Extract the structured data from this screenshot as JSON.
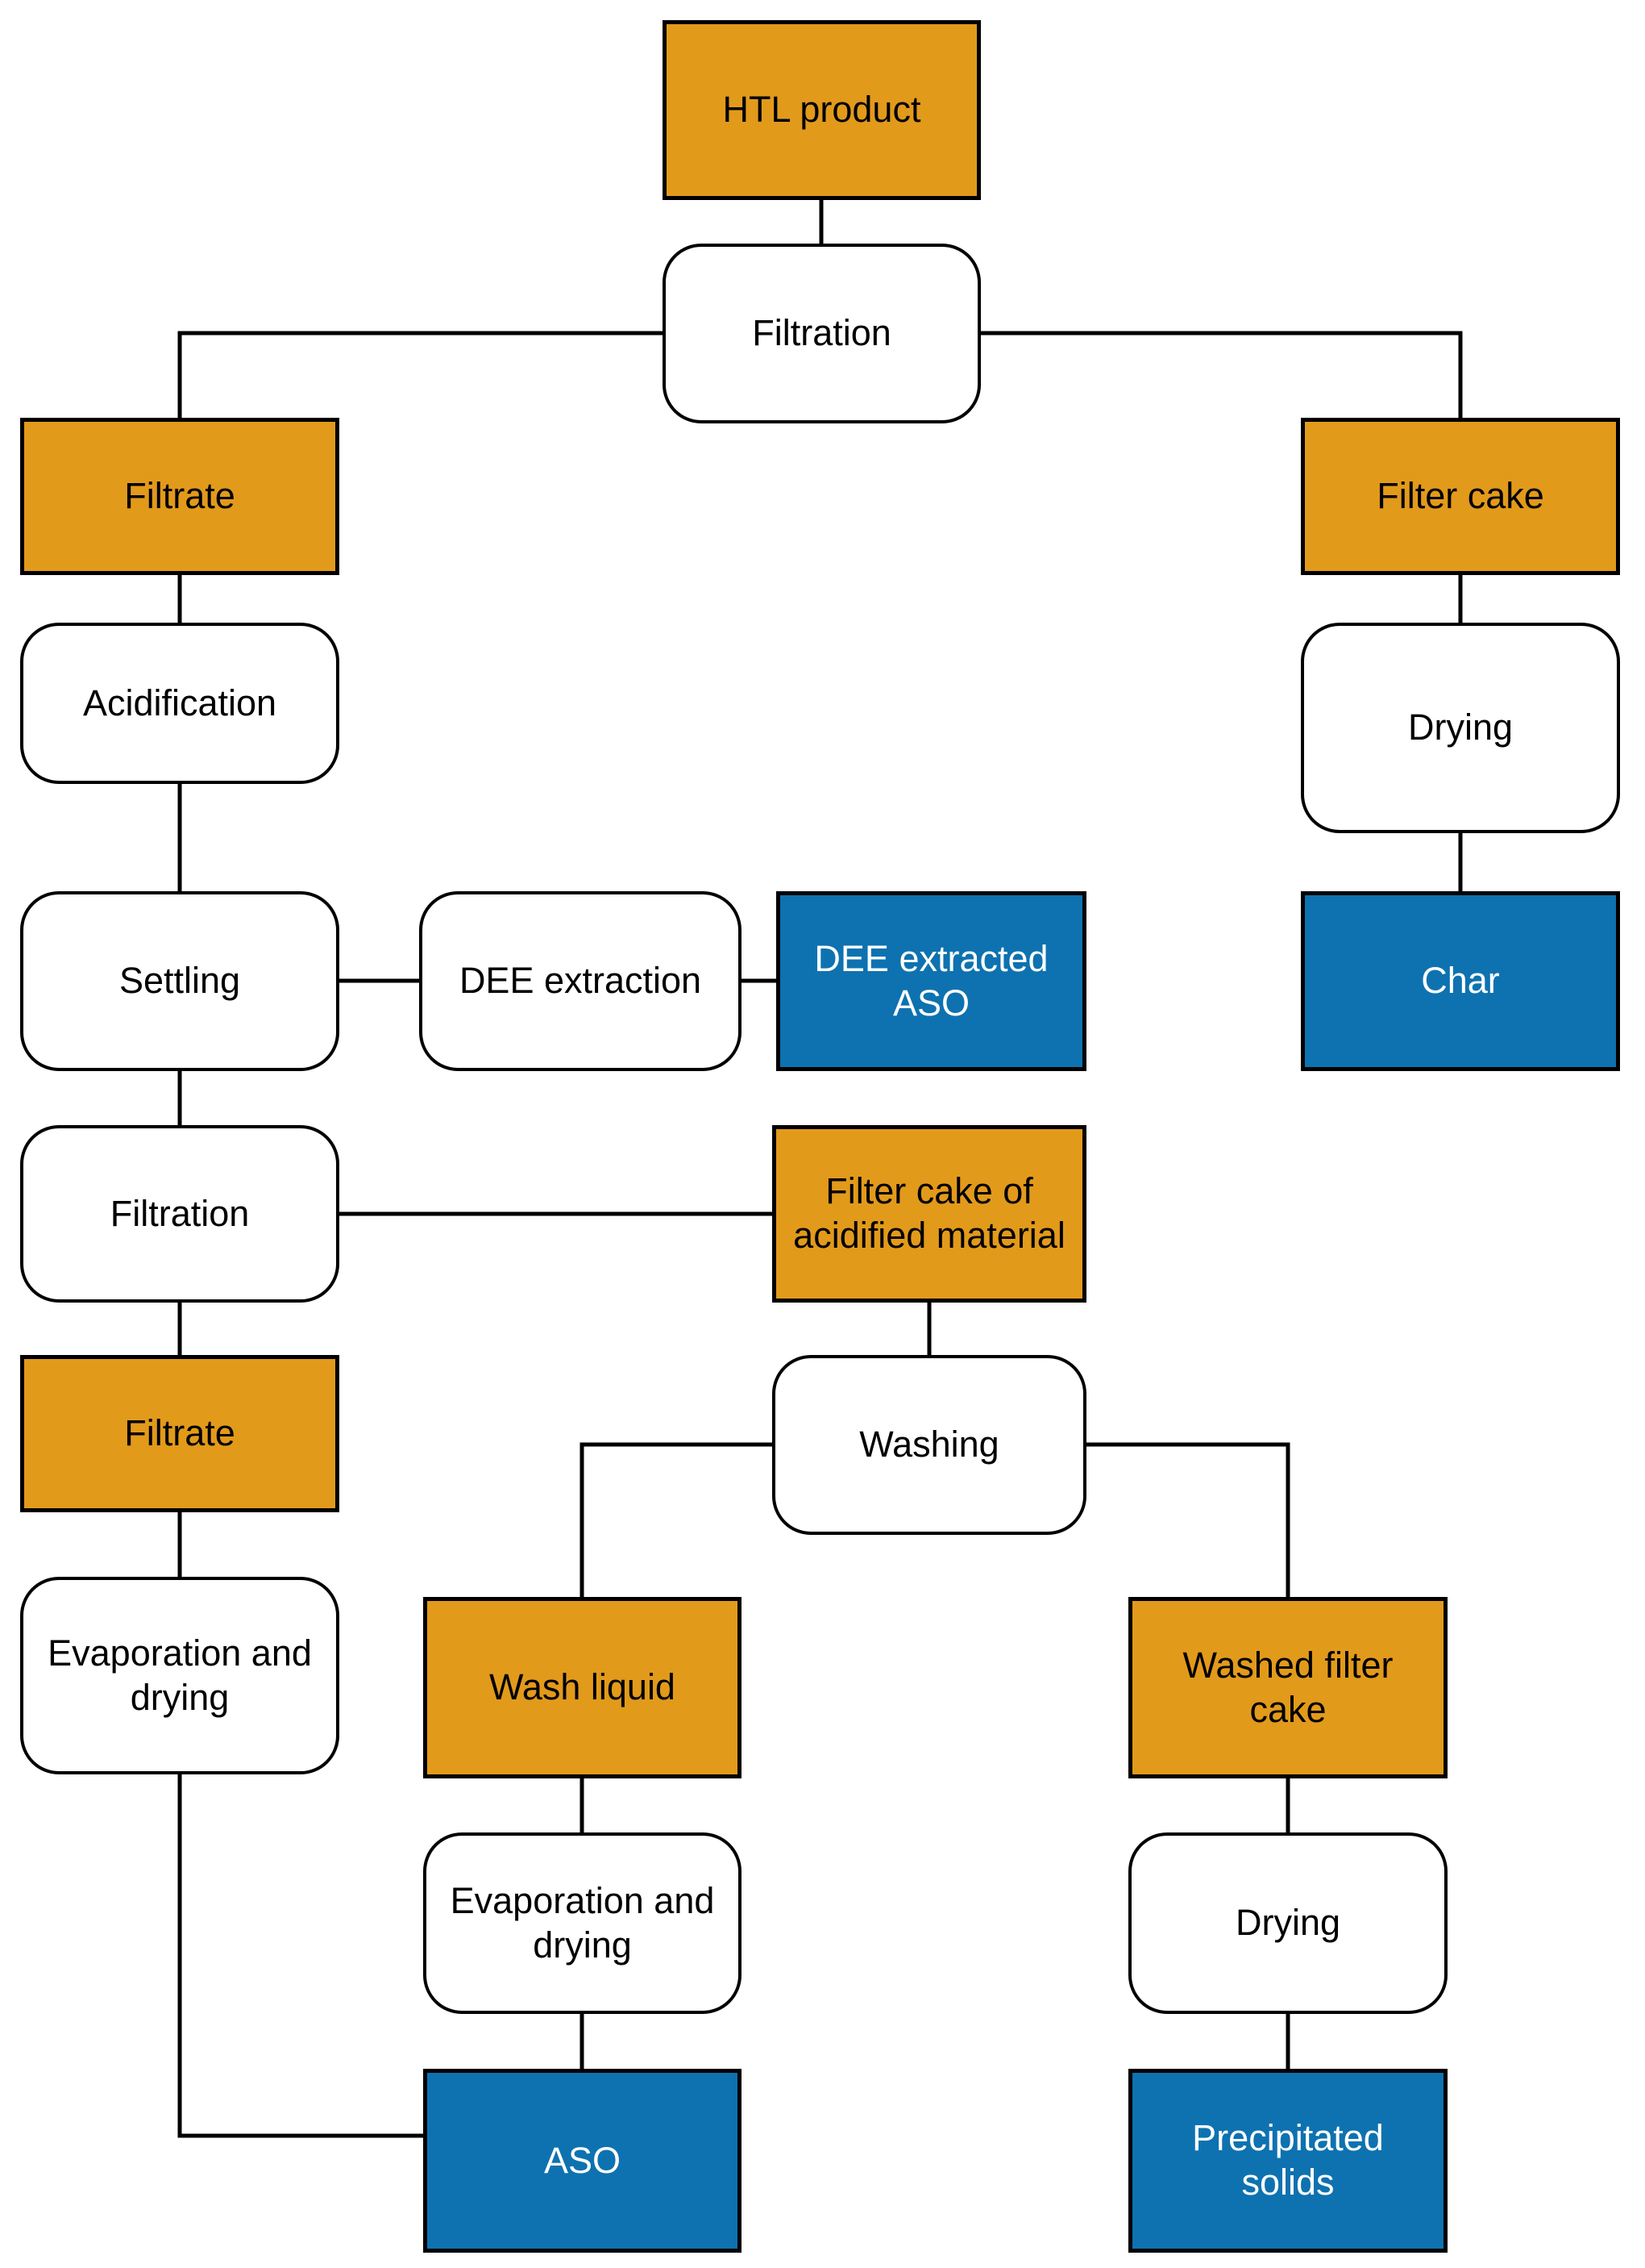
{
  "diagram": {
    "title": "HTL product separation flowchart",
    "colors": {
      "stream_box": "#E29A1B",
      "process_box": "#FFFFFF",
      "product_box": "#0E72B0",
      "connector_line": "#000000",
      "text_on_stream": "#000000",
      "text_on_process": "#000000",
      "text_on_product": "#FFFFFF"
    },
    "nodes": {
      "htl_product": {
        "label": "HTL product",
        "kind": "stream"
      },
      "filtration_1": {
        "label": "Filtration",
        "kind": "process"
      },
      "filtrate_1": {
        "label": "Filtrate",
        "kind": "stream"
      },
      "filter_cake": {
        "label": "Filter cake",
        "kind": "stream"
      },
      "acidification": {
        "label": "Acidification",
        "kind": "process"
      },
      "drying_1": {
        "label": "Drying",
        "kind": "process"
      },
      "settling": {
        "label": "Settling",
        "kind": "process"
      },
      "dee_extraction": {
        "label": "DEE extraction",
        "kind": "process"
      },
      "dee_extracted_aso": {
        "label": "DEE extracted ASO",
        "kind": "product"
      },
      "char": {
        "label": "Char",
        "kind": "product"
      },
      "filtration_2": {
        "label": "Filtration",
        "kind": "process"
      },
      "filter_cake_acidified": {
        "label": "Filter cake of acidified material",
        "kind": "stream"
      },
      "filtrate_2": {
        "label": "Filtrate",
        "kind": "stream"
      },
      "washing": {
        "label": "Washing",
        "kind": "process"
      },
      "evaporation_drying_1": {
        "label": "Evaporation and drying",
        "kind": "process"
      },
      "wash_liquid": {
        "label": "Wash liquid",
        "kind": "stream"
      },
      "washed_filter_cake": {
        "label": "Washed filter cake",
        "kind": "stream"
      },
      "evaporation_drying_2": {
        "label": "Evaporation and drying",
        "kind": "process"
      },
      "drying_2": {
        "label": "Drying",
        "kind": "process"
      },
      "aso": {
        "label": "ASO",
        "kind": "product"
      },
      "precipitated_solids": {
        "label": "Precipitated solids",
        "kind": "product"
      }
    },
    "edges": [
      {
        "from": "htl_product",
        "to": "filtration_1"
      },
      {
        "from": "filtration_1",
        "to": "filtrate_1"
      },
      {
        "from": "filtration_1",
        "to": "filter_cake"
      },
      {
        "from": "filtrate_1",
        "to": "acidification"
      },
      {
        "from": "filter_cake",
        "to": "drying_1"
      },
      {
        "from": "acidification",
        "to": "settling"
      },
      {
        "from": "drying_1",
        "to": "char"
      },
      {
        "from": "settling",
        "to": "dee_extraction"
      },
      {
        "from": "dee_extraction",
        "to": "dee_extracted_aso"
      },
      {
        "from": "settling",
        "to": "filtration_2"
      },
      {
        "from": "filtration_2",
        "to": "filter_cake_acidified"
      },
      {
        "from": "filtration_2",
        "to": "filtrate_2"
      },
      {
        "from": "filter_cake_acidified",
        "to": "washing"
      },
      {
        "from": "filtrate_2",
        "to": "evaporation_drying_1"
      },
      {
        "from": "washing",
        "to": "wash_liquid"
      },
      {
        "from": "washing",
        "to": "washed_filter_cake"
      },
      {
        "from": "wash_liquid",
        "to": "evaporation_drying_2"
      },
      {
        "from": "washed_filter_cake",
        "to": "drying_2"
      },
      {
        "from": "evaporation_drying_2",
        "to": "aso"
      },
      {
        "from": "drying_2",
        "to": "precipitated_solids"
      },
      {
        "from": "evaporation_drying_1",
        "to": "aso"
      }
    ]
  }
}
